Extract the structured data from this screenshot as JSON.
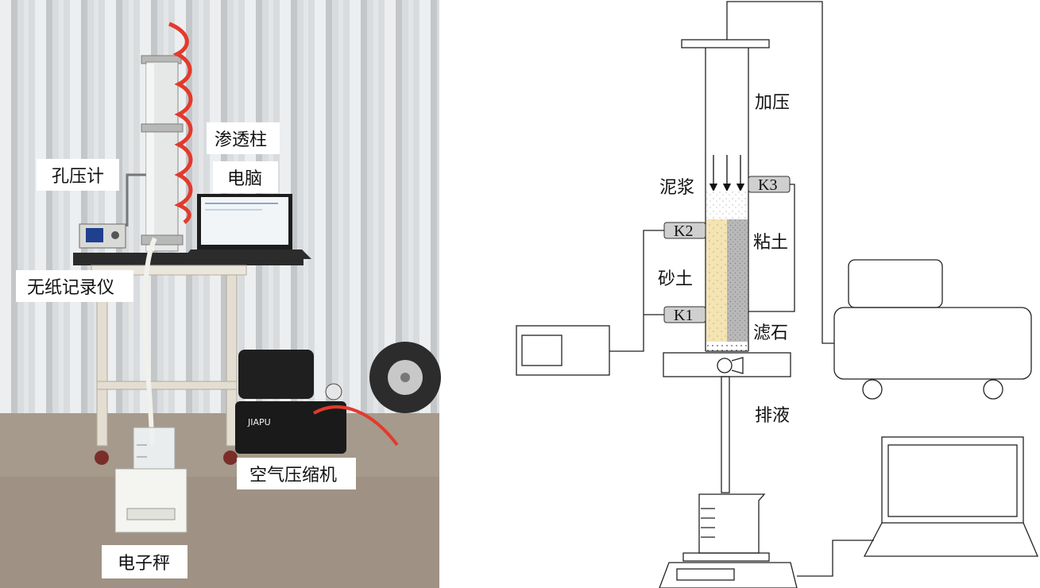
{
  "photo": {
    "labels": {
      "column": "渗透柱",
      "pore_gauge": "孔压计",
      "computer": "电脑",
      "recorder": "无纸记录仪",
      "compressor": "空气压缩机",
      "scale": "电子秤"
    },
    "brand": "JIAPU"
  },
  "schematic": {
    "labels": {
      "pressurize": "加压",
      "slurry": "泥浆",
      "clay": "粘土",
      "sand": "砂土",
      "filter": "滤石",
      "drain": "排液"
    },
    "sensors": [
      "K1",
      "K2",
      "K3"
    ]
  }
}
